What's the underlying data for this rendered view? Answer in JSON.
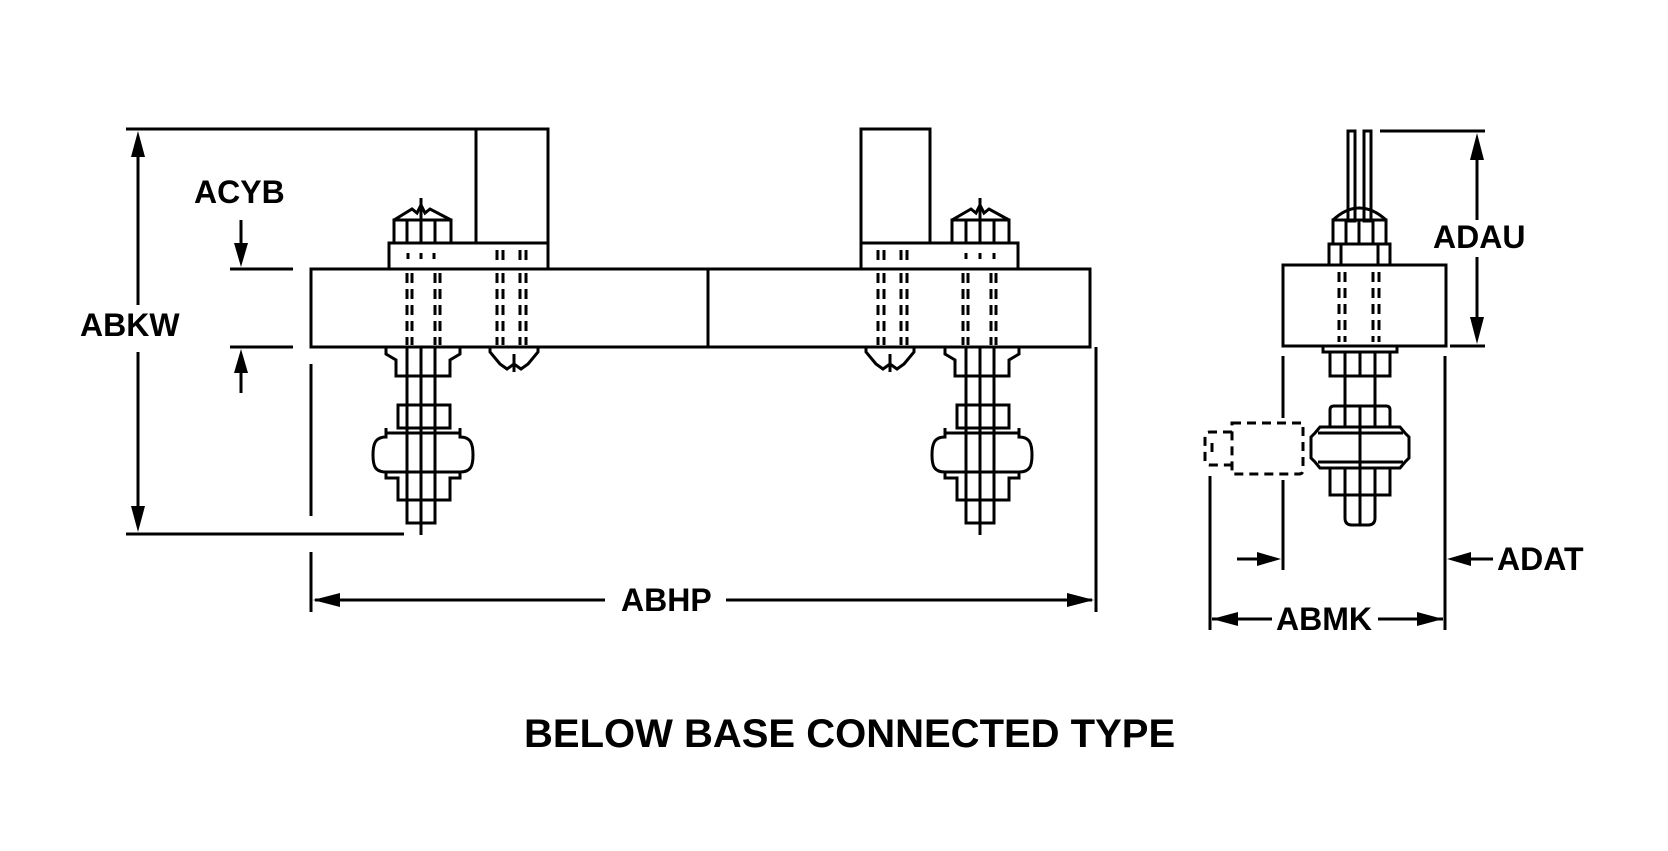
{
  "diagram": {
    "title": "BELOW BASE CONNECTED TYPE",
    "front_view": {
      "dimensions": {
        "overall_height": "ABKW",
        "base_thickness": "ACYB",
        "terminal_spacing": "ABHP"
      }
    },
    "side_view": {
      "dimensions": {
        "height_above_base_bottom": "ADAU",
        "base_width": "ABMK",
        "terminal_offset": "ADAT"
      }
    }
  }
}
